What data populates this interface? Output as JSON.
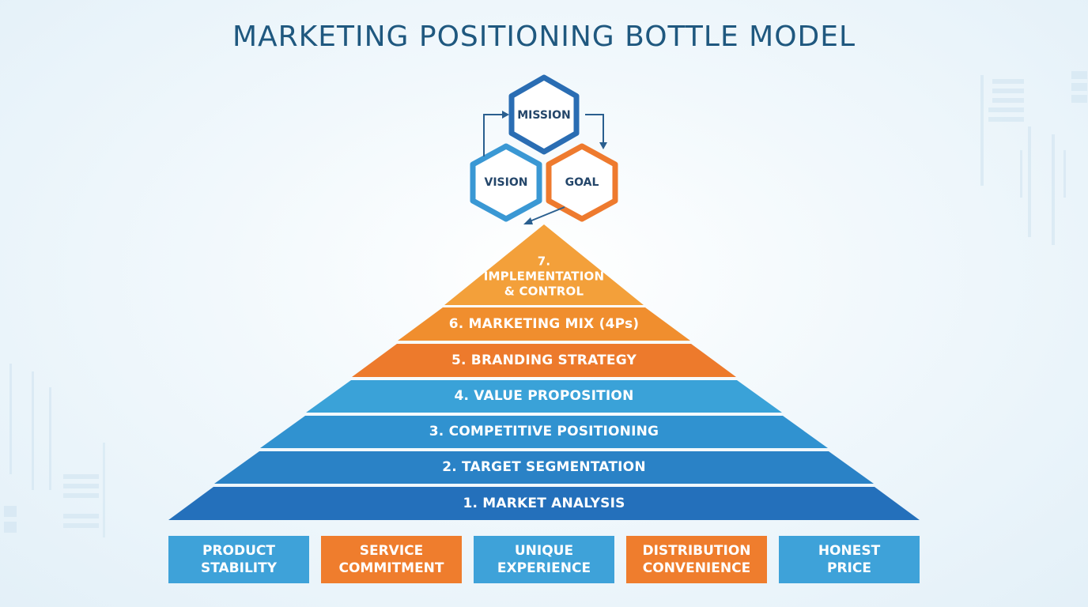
{
  "title": "MARKETING POSITIONING BOTTLE MODEL",
  "hexagons": [
    {
      "label": "MISSION"
    },
    {
      "label": "VISION"
    },
    {
      "label": "GOAL"
    }
  ],
  "tiers": [
    {
      "line1": "7.",
      "line2": "IMPLEMENTATION",
      "line3": "& CONTROL"
    },
    {
      "label": "6. MARKETING MIX (4Ps)"
    },
    {
      "label": "5. BRANDING STRATEGY"
    },
    {
      "label": "4. VALUE PROPOSITION"
    },
    {
      "label": "3. COMPETITIVE POSITIONING"
    },
    {
      "label": "2. TARGET SEGMENTATION"
    },
    {
      "label": "1. MARKET ANALYSIS"
    }
  ],
  "pillars": [
    {
      "line1": "PRODUCT",
      "line2": "STABILITY"
    },
    {
      "line1": "SERVICE",
      "line2": "COMMITMENT"
    },
    {
      "line1": "UNIQUE",
      "line2": "EXPERIENCE"
    },
    {
      "line1": "DISTRIBUTION",
      "line2": "CONVENIENCE"
    },
    {
      "line1": "HONEST",
      "line2": "PRICE"
    }
  ],
  "colors": {
    "title": "#1f587f",
    "mission_hex": "#2a6db3",
    "vision_hex": "#3a98d4",
    "goal_hex": "#ee7a2e",
    "tier7": "#f3a03a",
    "tier6": "#f08e2e",
    "tier5": "#ed7a2c",
    "tier4": "#3aa2d8",
    "tier3": "#3092d0",
    "tier2": "#2a82c6",
    "tier1": "#2470bb",
    "pillar_blue": "#3ea2d9",
    "pillar_orange": "#ef7d2d"
  }
}
